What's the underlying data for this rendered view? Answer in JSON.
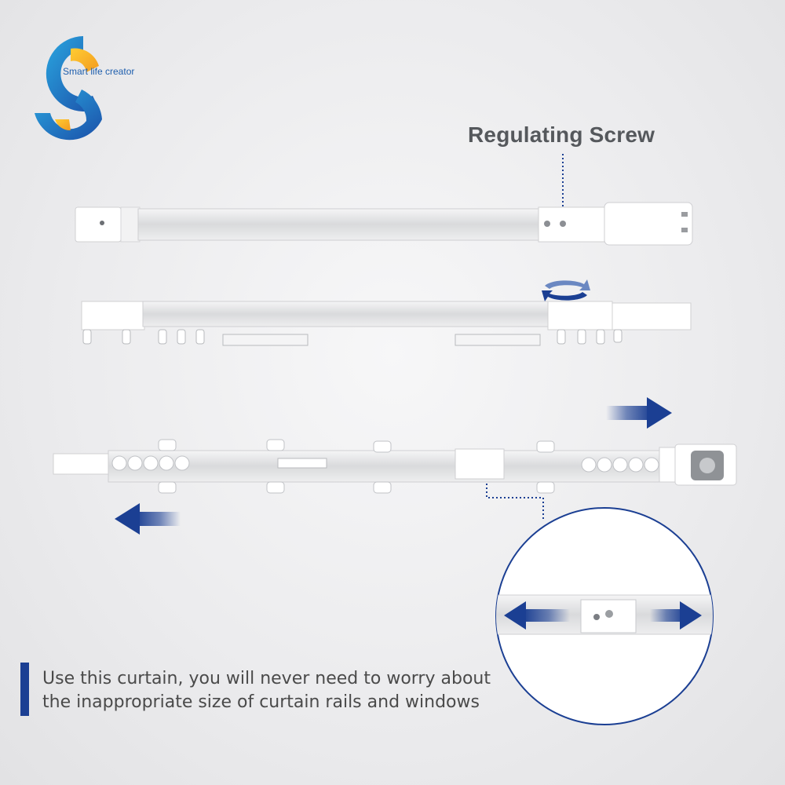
{
  "brand": {
    "logo_text": "Smart life creator",
    "colors": {
      "blue": "#1b4fa8",
      "light_blue": "#2a9bd8",
      "orange": "#f7a823"
    }
  },
  "callout": {
    "label": "Regulating Screw"
  },
  "caption": {
    "line1": "Use this curtain, you will never need to worry about",
    "line2": "the inappropriate size of curtain rails and windows"
  },
  "icons": {
    "rotate": "rotate-arrows-icon",
    "right": "arrow-right-icon",
    "left": "arrow-left-icon",
    "double": "double-arrow-icon"
  },
  "accent_color": "#1b3f93"
}
